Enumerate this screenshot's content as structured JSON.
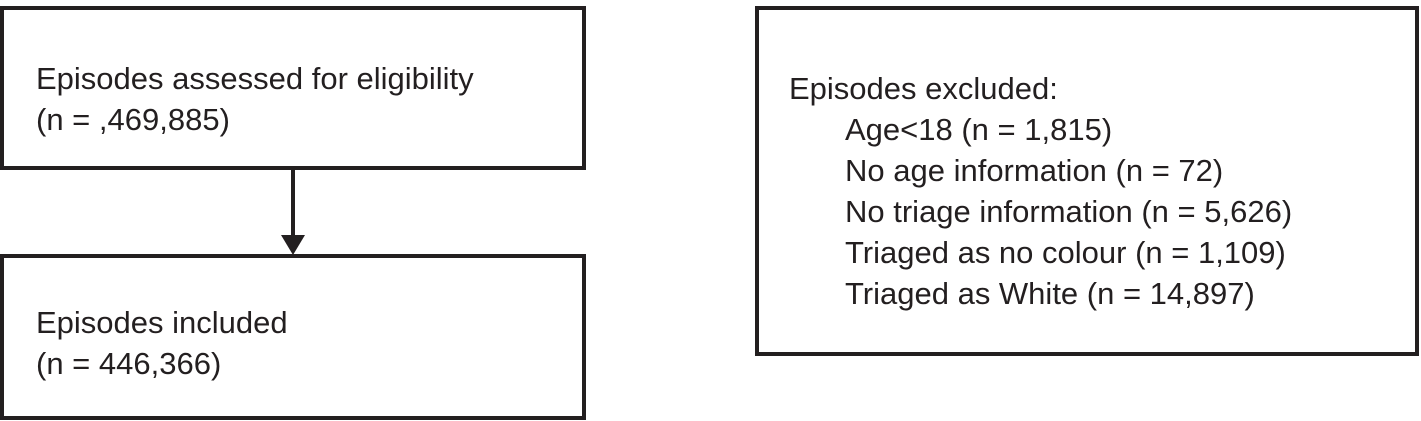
{
  "assessed_box": {
    "title": "Episodes assessed for eligibility",
    "count": "(n = ,469,885)"
  },
  "included_box": {
    "title": "Episodes included",
    "count": "(n = 446,366)"
  },
  "excluded_box": {
    "title": "Episodes excluded:",
    "items": [
      "Age<18 (n = 1,815)",
      "No age information (n = 72)",
      "No triage information (n = 5,626)",
      "Triaged as no colour (n = 1,109)",
      "Triaged as White (n = 14,897)"
    ]
  },
  "colors": {
    "stroke": "#231f20",
    "background": "#ffffff"
  }
}
